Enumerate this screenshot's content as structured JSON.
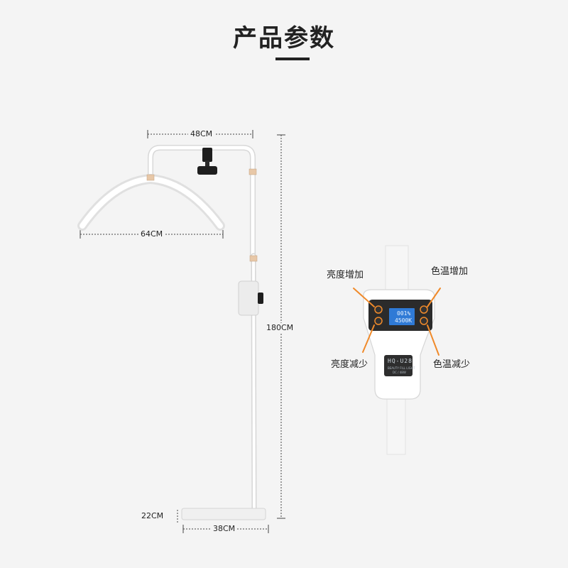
{
  "title": "产品参数",
  "dimensions": {
    "top_width": "48CM",
    "arc_width": "64CM",
    "height": "180CM",
    "base_height": "22CM",
    "base_width": "38CM"
  },
  "controls": {
    "brightness_up": "亮度增加",
    "brightness_down": "亮度减少",
    "color_temp_up": "色温增加",
    "color_temp_down": "色温减少"
  },
  "display": {
    "brightness": "001%",
    "color_temp": "4500K",
    "model": "HQ-U28",
    "brand_line1": "BEAUTY FILL LIGHT",
    "brand_line2": "DC / 48W"
  },
  "colors": {
    "accent_orange": "#f08a2a",
    "background": "#f4f4f4",
    "lcd_blue": "#2f7ad6"
  }
}
